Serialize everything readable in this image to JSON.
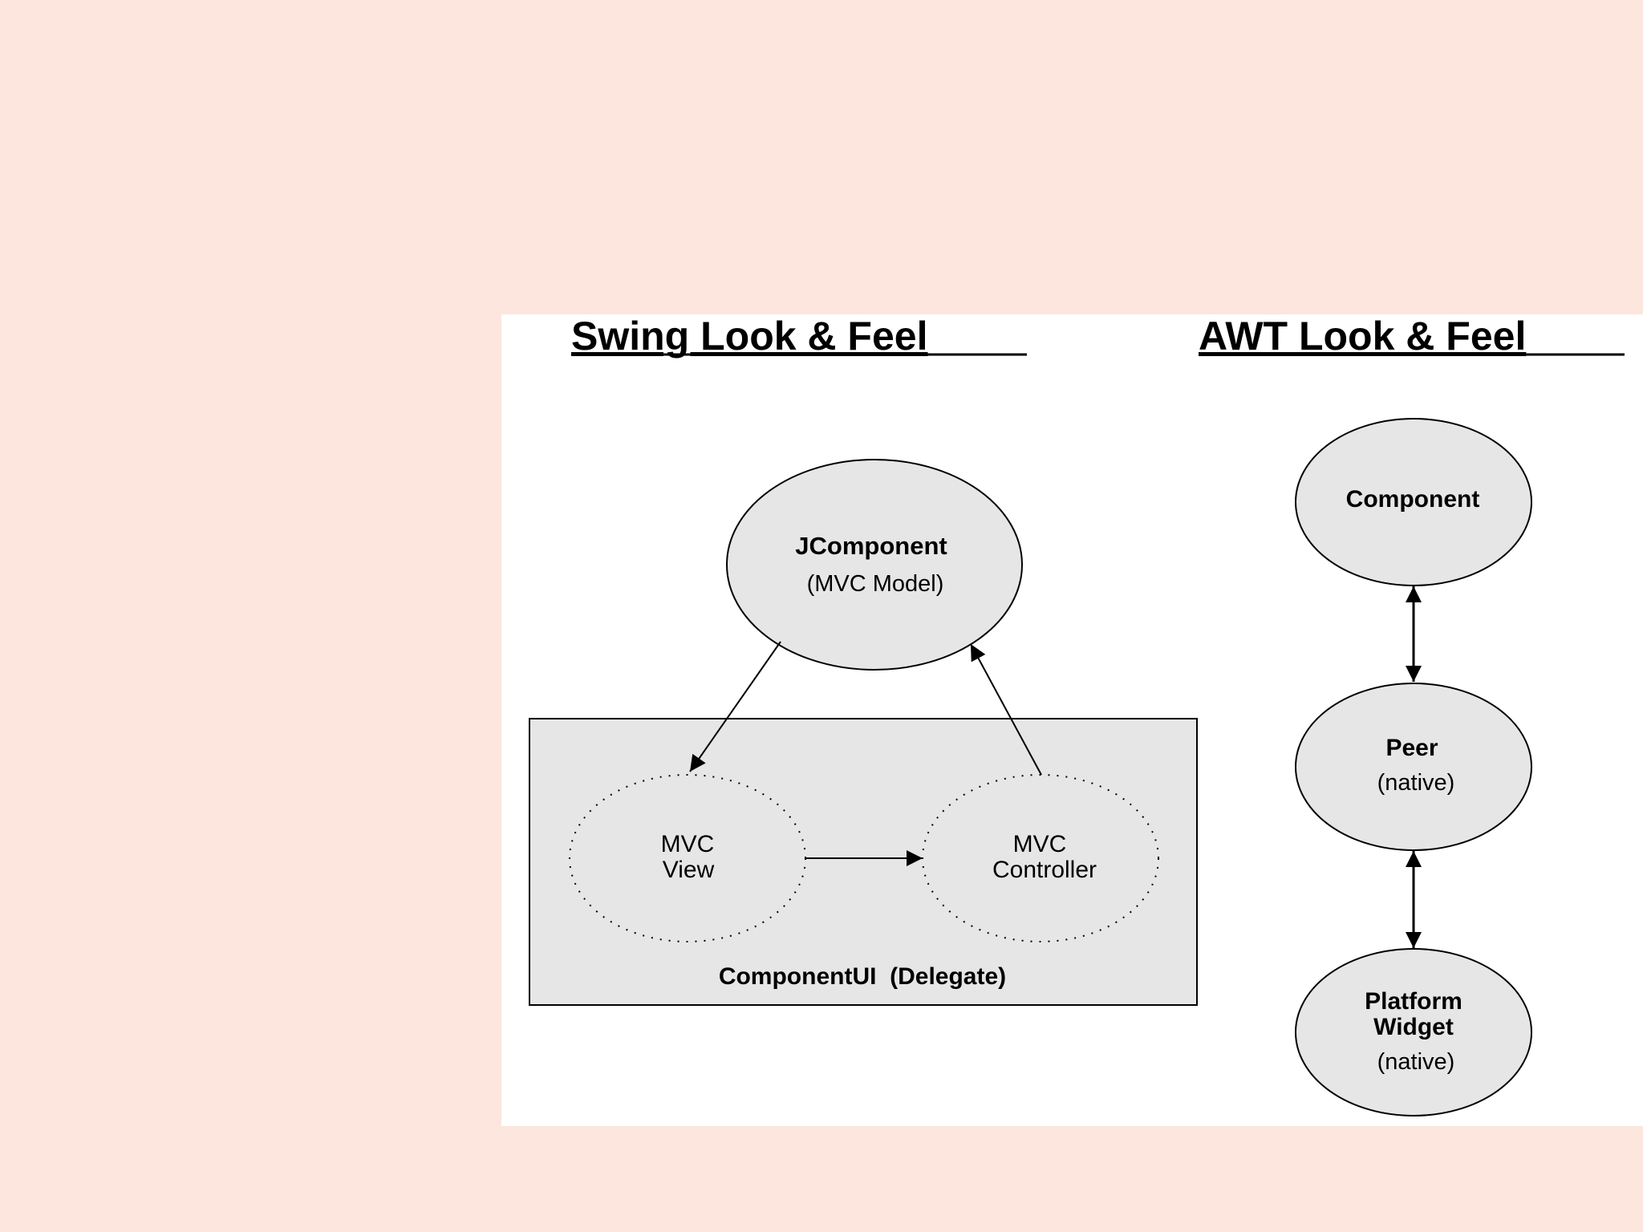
{
  "headings": {
    "swing": "Swing Look & Feel",
    "awt": "AWT Look & Feel"
  },
  "swing": {
    "jcomponent": {
      "title": "JComponent",
      "subtitle": "(MVC Model)"
    },
    "view": {
      "line1": "MVC",
      "line2": "View"
    },
    "controller": {
      "line1": "MVC",
      "line2": "Controller"
    },
    "delegate_label": "ComponentUI  (Delegate)"
  },
  "awt": {
    "component": {
      "title": "Component"
    },
    "peer": {
      "title": "Peer",
      "subtitle": "(native)"
    },
    "platform_widget": {
      "line1": "Platform",
      "line2": "Widget",
      "subtitle": "(native)"
    }
  },
  "colors": {
    "slide_background": "#fce6de",
    "panel_background": "#ffffff",
    "node_fill": "#e6e6e6",
    "stroke": "#000000"
  }
}
